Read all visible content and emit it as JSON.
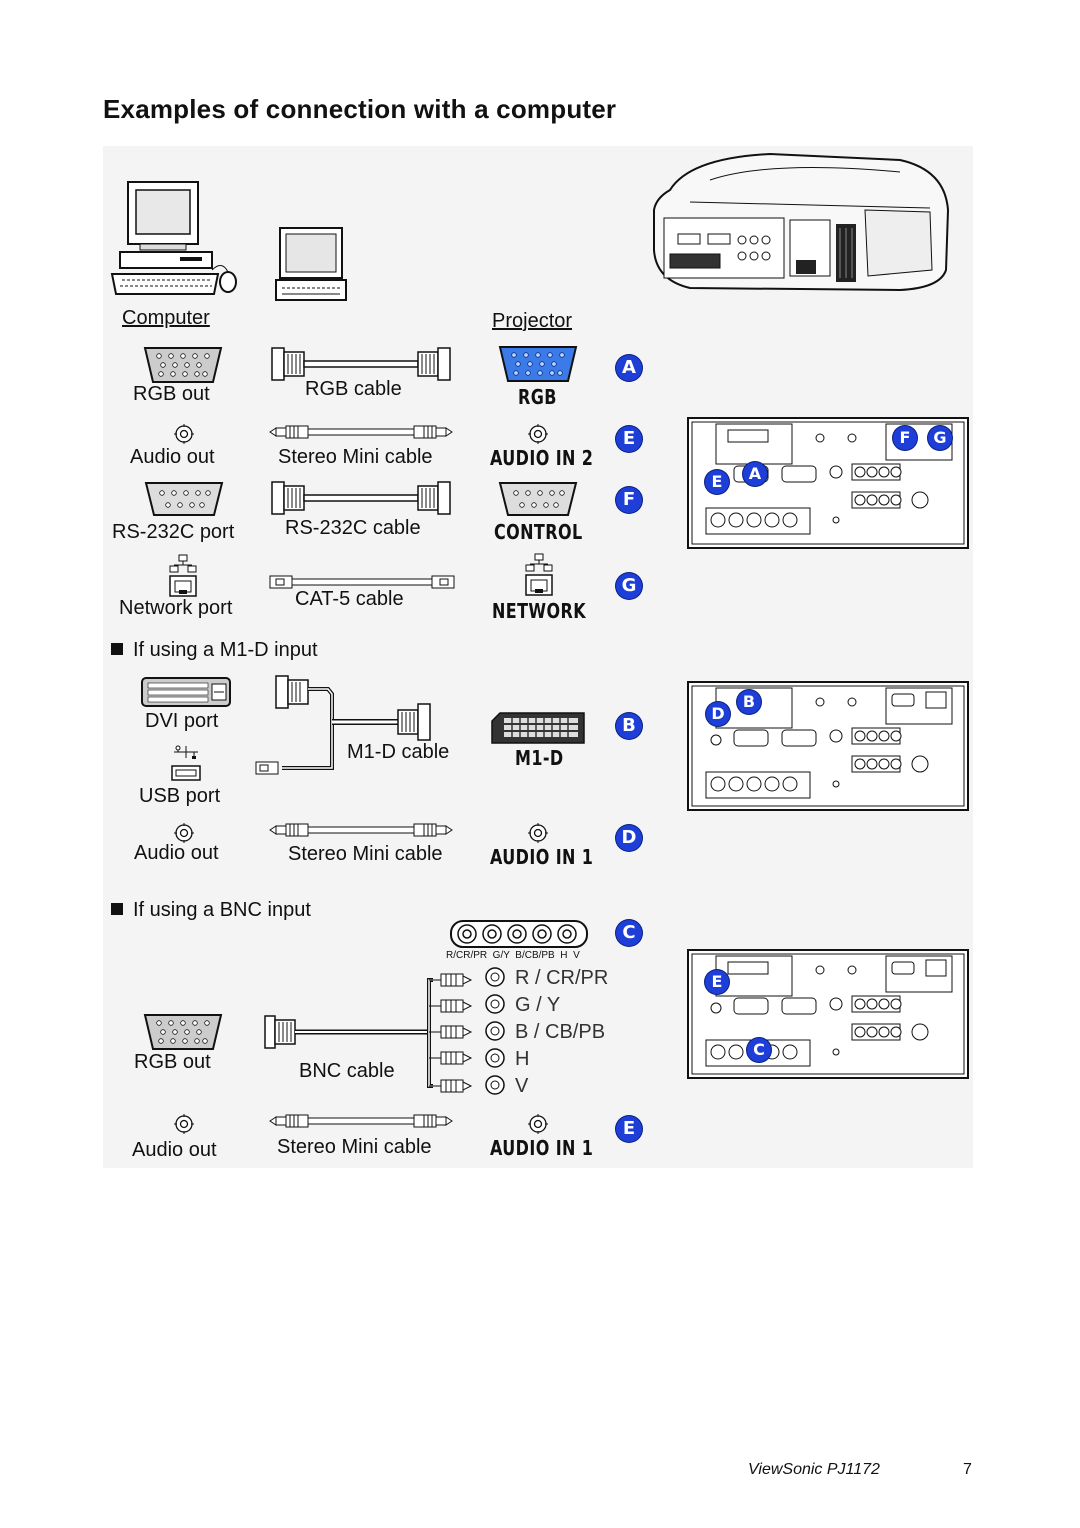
{
  "page": {
    "title": "Examples of connection with a computer",
    "footer_brand": "ViewSonic PJ1172",
    "footer_page": "7"
  },
  "headers": {
    "computer": "Computer",
    "projector": "Projector"
  },
  "rows": {
    "rgb": {
      "source": "RGB out",
      "cable": "RGB cable",
      "target": "RGB",
      "badge": "A"
    },
    "audio2": {
      "source": "Audio out",
      "cable": "Stereo Mini cable",
      "target": "AUDIO IN 2",
      "badge": "E"
    },
    "control": {
      "source": "RS-232C port",
      "cable": "RS-232C cable",
      "target": "CONTROL",
      "badge": "F"
    },
    "network": {
      "source": "Network port",
      "cable": "CAT-5 cable",
      "target": "NETWORK",
      "badge": "G"
    }
  },
  "section_m1d": {
    "heading": "If using a M1-D input",
    "dvi": "DVI port",
    "usb": "USB port",
    "cable": "M1-D cable",
    "target": "M1-D",
    "badge": "B",
    "audio_source": "Audio out",
    "audio_cable": "Stereo Mini cable",
    "audio_target": "AUDIO IN 1",
    "audio_badge": "D"
  },
  "section_bnc": {
    "heading": "If using a BNC input",
    "source": "RGB out",
    "cable": "BNC cable",
    "badge": "C",
    "port_labels": "R/CR/PR  G/Y  B/CB/PB  H  V",
    "channels": [
      "R / CR/PR",
      "G / Y",
      "B / CB/PB",
      "H",
      "V"
    ],
    "audio_source": "Audio out",
    "audio_cable": "Stereo Mini cable",
    "audio_target": "AUDIO IN 1",
    "audio_badge": "E"
  },
  "panel_badges": {
    "panel1": [
      "F",
      "G",
      "E",
      "A"
    ],
    "panel2": [
      "D",
      "B"
    ],
    "panel3": [
      "E",
      "C"
    ]
  },
  "colors": {
    "badge": "#1d3fd8",
    "rgb_port": "#3a7be8",
    "panel_bg": "#f4f4f4"
  }
}
